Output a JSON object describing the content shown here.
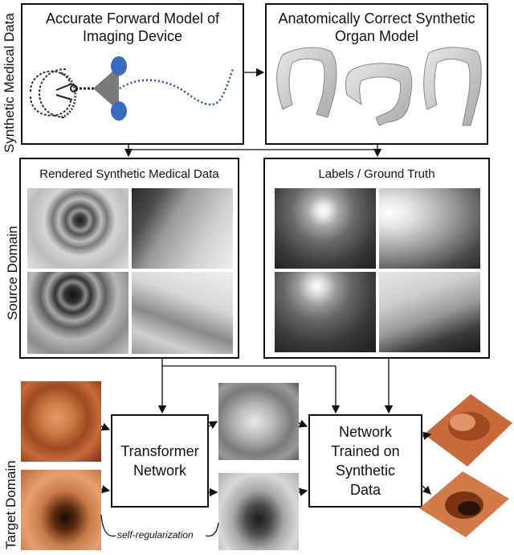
{
  "side_labels": {
    "synthetic": "Synthetic Medical Data",
    "source": "Source Domain",
    "target": "Target Domain"
  },
  "top_left_box": {
    "title": "Accurate Forward Model of Imaging Device"
  },
  "top_right_box": {
    "title": "Anatomically Correct Synthetic Organ Model"
  },
  "mid_left_box": {
    "title": "Rendered Synthetic Medical Data"
  },
  "mid_right_box": {
    "title": "Labels / Ground Truth"
  },
  "transformer": {
    "label": "Transformer Network"
  },
  "network": {
    "label": "Network Trained on Synthetic Data"
  },
  "annotation": {
    "self_regularization": "self-regularization"
  },
  "colors": {
    "scope_blue": "#3a6cc4",
    "scope_gray": "#777777",
    "tissue_orange": "#c86a3a",
    "stroke": "#111111"
  }
}
